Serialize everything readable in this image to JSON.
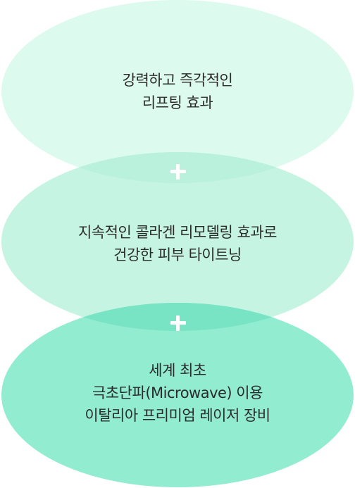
{
  "colors": {
    "ellipse_top": "#dcfaee",
    "ellipse_middle": "#c5f4e2",
    "ellipse_bottom": "#92ecd0",
    "overlap_top_middle": "#baf1dc",
    "overlap_middle_bottom": "#79e4c3",
    "plus": "#ffffff",
    "text": "#2b2b2b"
  },
  "stages": [
    {
      "lines": [
        "강력하고 즉각적인",
        "리프팅 효과"
      ]
    },
    {
      "lines": [
        "지속적인 콜라겐 리모델링 효과로",
        "건강한 피부 타이트닝"
      ]
    },
    {
      "lines": [
        "세계 최초",
        "극초단파(Microwave) 이용",
        "이탈리아 프리미엄 레이저 장비"
      ]
    }
  ],
  "connectors": [
    {
      "icon": "plus-icon"
    },
    {
      "icon": "plus-icon"
    }
  ]
}
